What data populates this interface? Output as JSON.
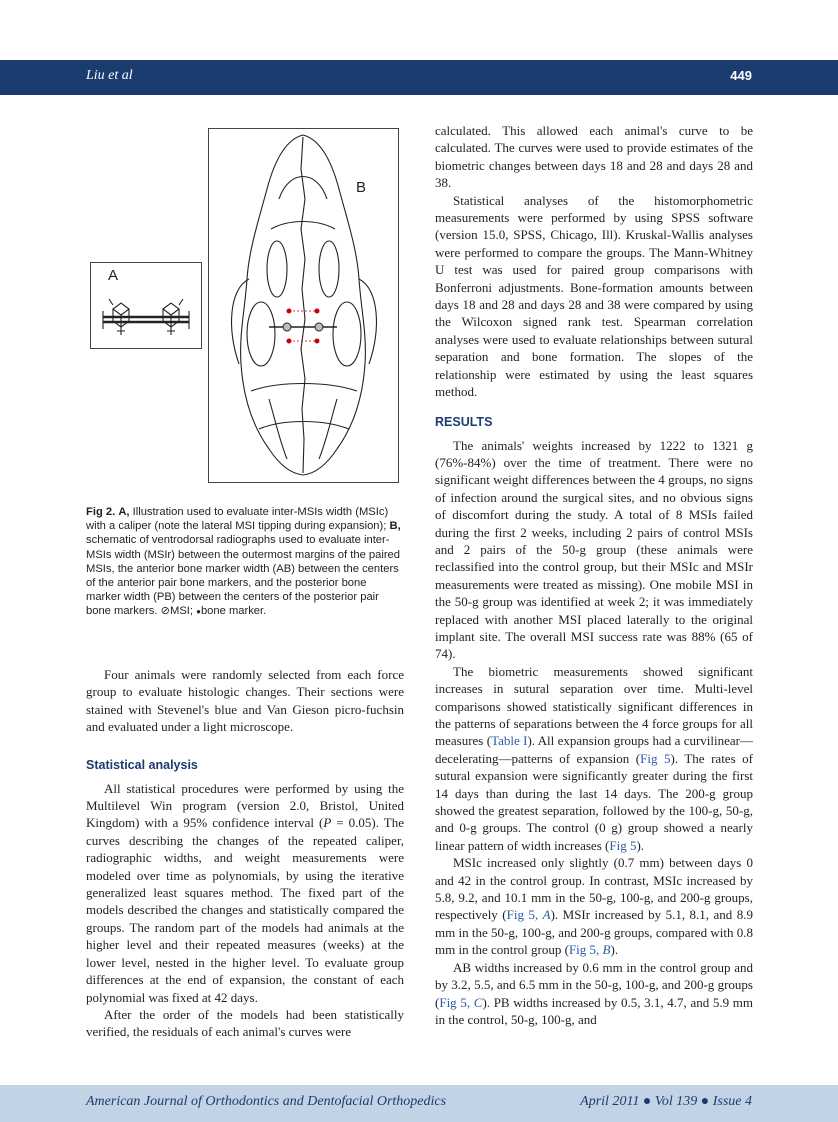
{
  "header": {
    "author": "Liu et al",
    "page": "449"
  },
  "figure": {
    "label_a": "A",
    "label_b": "B",
    "caption": {
      "fig": "Fig 2.",
      "a_label": "A,",
      "a_text": "Illustration used to evaluate inter-MSIs width (MSIc) with a caliper (note the lateral MSI tipping during expansion);",
      "b_label": "B,",
      "b_text": "schematic of ventrodorsal radiographs used to evaluate inter-MSIs width (MSIr) between the outermost margins of the paired MSIs, the anterior bone marker width (AB) between the centers of the anterior pair bone markers, and the posterior bone marker width (PB) between the centers of the posterior pair bone markers.",
      "legend": "MSI;",
      "legend2": "bone marker."
    }
  },
  "left_column": {
    "p1": "Four animals were randomly selected from each force group to evaluate histologic changes. Their sections were stained with Stevenel's blue and Van Gieson picro-fuchsin and evaluated under a light microscope.",
    "heading": "Statistical analysis",
    "p2a": "All statistical procedures were performed by using the Multilevel Win program (version 2.0, Bristol, United Kingdom) with a 95% confidence interval (",
    "p2_pval": "P",
    "p2b": " = 0.05). The curves describing the changes of the repeated caliper, radiographic widths, and weight measurements were modeled over time as polynomials, by using the iterative generalized least squares method. The fixed part of the models described the changes and statistically compared the groups. The random part of the models had animals at the higher level and their repeated measures (weeks) at the lower level, nested in the higher level. To evaluate group differences at the end of expansion, the constant of each polynomial was fixed at 42 days.",
    "p3": "After the order of the models had been statistically verified, the residuals of each animal's curves were"
  },
  "right_column": {
    "p1": "calculated. This allowed each animal's curve to be calculated. The curves were used to provide estimates of the biometric changes between days 18 and 28 and days 28 and 38.",
    "p2": "Statistical analyses of the histomorphometric measurements were performed by using SPSS software (version 15.0, SPSS, Chicago, Ill). Kruskal-Wallis analyses were performed to compare the groups. The Mann-Whitney U test was used for paired group comparisons with Bonferroni adjustments. Bone-formation amounts between days 18 and 28 and days 28 and 38 were compared by using the Wilcoxon signed rank test. Spearman correlation analyses were used to evaluate relationships between sutural separation and bone formation. The slopes of the relationship were estimated by using the least squares method.",
    "heading": "RESULTS",
    "p3": "The animals' weights increased by 1222 to 1321 g (76%-84%) over the time of treatment. There were no significant weight differences between the 4 groups, no signs of infection around the surgical sites, and no obvious signs of discomfort during the study. A total of 8 MSIs failed during the first 2 weeks, including 2 pairs of control MSIs and 2 pairs of the 50-g group (these animals were reclassified into the control group, but their MSIc and MSIr measurements were treated as missing). One mobile MSI in the 50-g group was identified at week 2; it was immediately replaced with another MSI placed laterally to the original implant site. The overall MSI success rate was 88% (65 of 74).",
    "p4a": "The biometric measurements showed significant increases in sutural separation over time. Multi-level comparisons showed statistically significant differences in the patterns of separations between the 4 force groups for all measures (",
    "p4_link1": "Table I",
    "p4b": "). All expansion groups had a curvilinear—decelerating—patterns of expansion (",
    "p4_link2": "Fig 5",
    "p4c": "). The rates of sutural expansion were significantly greater during the first 14 days than during the last 14 days. The 200-g group showed the greatest separation, followed by the 100-g, 50-g, and 0-g groups. The control (0 g) group showed a nearly linear pattern of width increases (",
    "p4_link3": "Fig 5",
    "p4d": ").",
    "p5a": "MSIc increased only slightly (0.7 mm) between days 0 and 42 in the control group. In contrast, MSIc increased by 5.8, 9.2, and 10.1 mm in the 50-g, 100-g, and 200-g groups, respectively (",
    "p5_link1": "Fig 5",
    "p5_it1": "A",
    "p5b": "). MSIr increased by 5.1, 8.1, and 8.9 mm in the 50-g, 100-g, and 200-g groups, compared with 0.8 mm in the control group (",
    "p5_link2": "Fig 5",
    "p5_it2": "B",
    "p5c": ").",
    "p6a": "AB widths increased by 0.6 mm in the control group and by 3.2, 5.5, and 6.5 mm in the 50-g, 100-g, and 200-g groups (",
    "p6_link1": "Fig 5",
    "p6_it1": "C",
    "p6b": "). PB widths increased by 0.5, 3.1, 4.7, and 5.9 mm in the control, 50-g, 100-g, and"
  },
  "footer": {
    "journal": "American Journal of Orthodontics and Dentofacial Orthopedics",
    "issue": "April 2011 ● Vol 139 ● Issue 4"
  },
  "colors": {
    "header_bar": "#1a3c6e",
    "footer_bar": "#c3d3e6",
    "link": "#2a5aa6"
  }
}
